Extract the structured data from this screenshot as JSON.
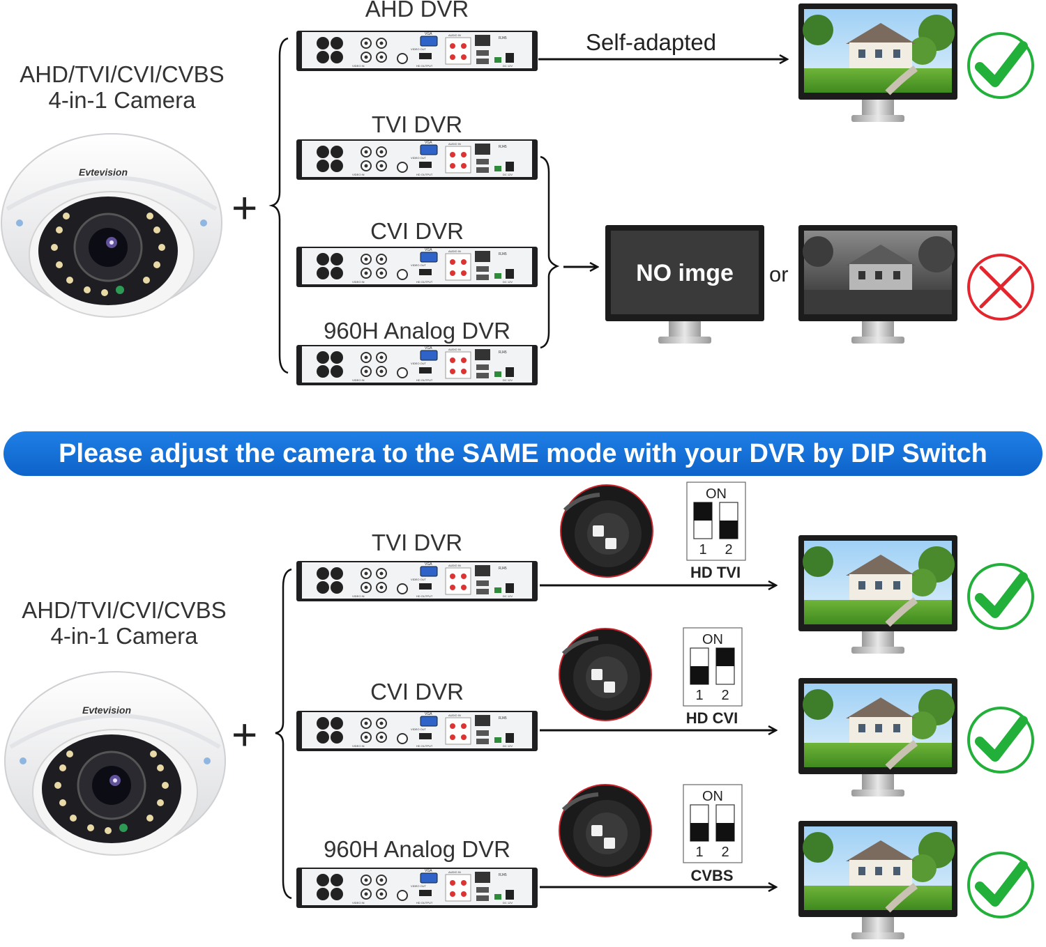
{
  "camera": {
    "label_line1": "AHD/TVI/CVI/CVBS",
    "label_line2": "4-in-1 Camera",
    "brand": "Evtevision"
  },
  "top": {
    "dvrs": [
      "AHD DVR",
      "TVI DVR",
      "CVI DVR",
      "960H Analog DVR"
    ],
    "self_adapted": "Self-adapted",
    "no_image": "NO imge",
    "or": "or",
    "plus": "+"
  },
  "banner": "Please adjust the camera to the SAME mode with your DVR by DIP Switch",
  "bottom": {
    "rows": [
      {
        "dvr": "TVI DVR",
        "mode": "HD TVI",
        "on": "ON",
        "n1": "1",
        "n2": "2"
      },
      {
        "dvr": "CVI DVR",
        "mode": "HD CVI",
        "on": "ON",
        "n1": "1",
        "n2": "2"
      },
      {
        "dvr": "960H Analog DVR",
        "mode": "CVBS",
        "on": "ON",
        "n1": "1",
        "n2": "2"
      }
    ],
    "plus": "+"
  },
  "dvr_panel_text": {
    "rj45": "RJ45",
    "vga": "VGA",
    "audio_in": "AUDIO IN",
    "video_in": "VIDEO IN",
    "video_out": "VIDEO OUT",
    "hd_output": "HD OUTPUT",
    "dc12v": "DC 12V"
  },
  "colors": {
    "banner": "#1576dd",
    "check": "#22b03a",
    "cross": "#e3262e",
    "monitor_frame": "#1c1c1c"
  }
}
